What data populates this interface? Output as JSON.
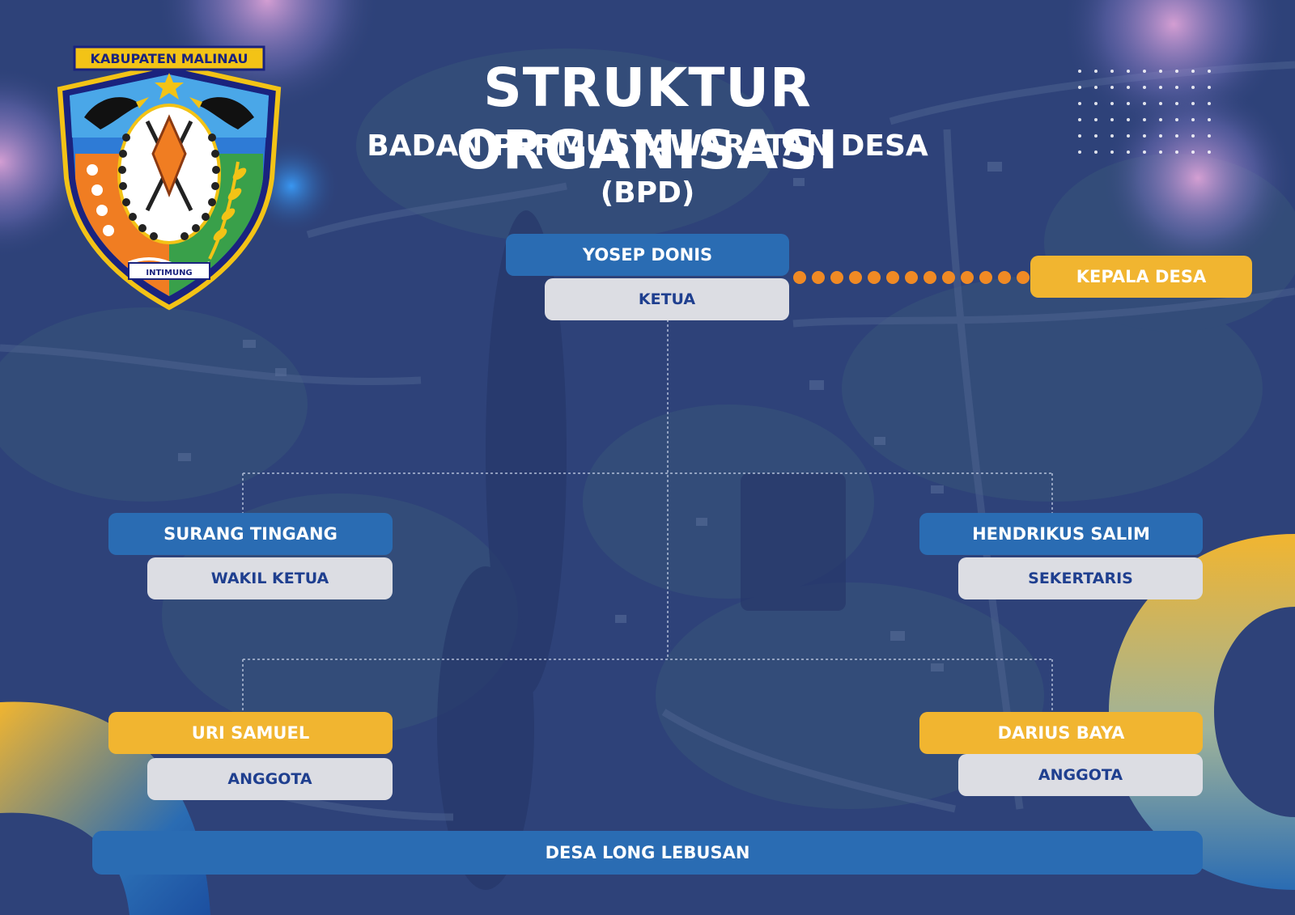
{
  "header": {
    "title": "STRUKTUR ORGANISASI",
    "subtitle": "BADAN PERMUSYAWARATAN DESA",
    "abbreviation": "(BPD)"
  },
  "logo": {
    "top_text": "KABUPATEN MALINAU",
    "banner_text": "INTIMUNG"
  },
  "chairman": {
    "name": "YOSEP DONIS",
    "role": "KETUA"
  },
  "village_head": {
    "label": "KEPALA DESA"
  },
  "vice_chair": {
    "name": "SURANG TINGANG",
    "role": "WAKIL KETUA"
  },
  "secretary": {
    "name": "HENDRIKUS SALIM",
    "role": "SEKERTARIS"
  },
  "member_left": {
    "name": "URI SAMUEL",
    "role": "ANGGOTA"
  },
  "member_right": {
    "name": "DARIUS BAYA",
    "role": "ANGGOTA"
  },
  "footer": {
    "village": "DESA LONG LEBUSAN"
  },
  "colors": {
    "background": "#2b3f78",
    "blue_box": "#2a6cb3",
    "yellow_box": "#f1b530",
    "role_box": "#dcdde3",
    "role_text": "#1f3f8f",
    "dotted_connector": "#f08a24"
  }
}
